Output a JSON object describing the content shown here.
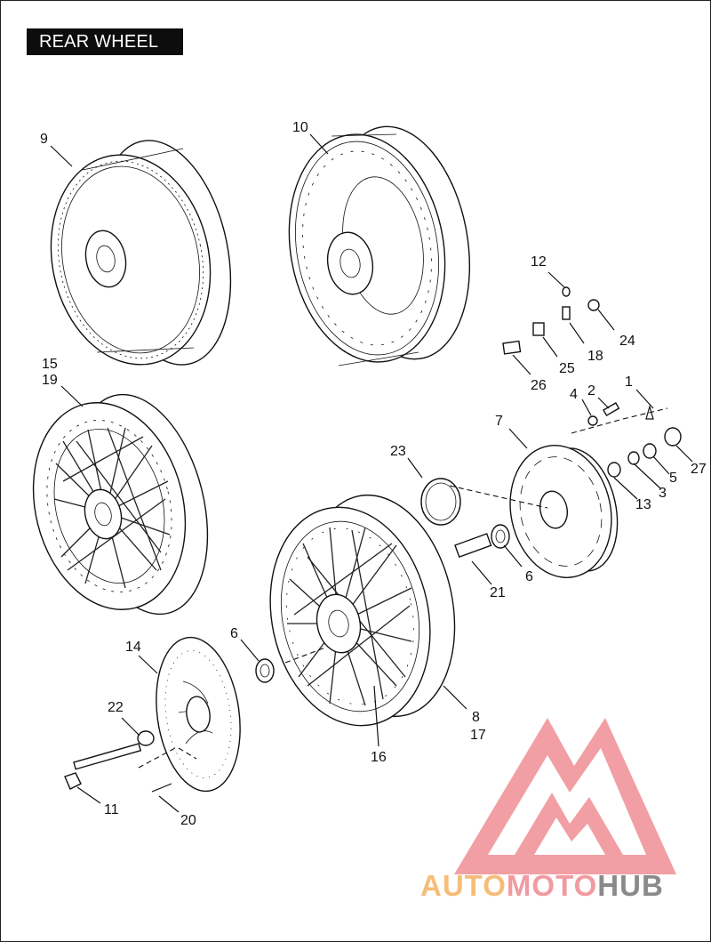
{
  "title": "REAR WHEEL",
  "callouts": {
    "c1": "1",
    "c2": "2",
    "c3": "3",
    "c4": "4",
    "c5": "5",
    "c6a": "6",
    "c6b": "6",
    "c7": "7",
    "c8": "8",
    "c9": "9",
    "c10": "10",
    "c11": "11",
    "c12": "12",
    "c13": "13",
    "c14": "14",
    "c15": "15",
    "c16": "16",
    "c17": "17",
    "c18": "18",
    "c19": "19",
    "c20": "20",
    "c21": "21",
    "c22": "22",
    "c23": "23",
    "c24": "24",
    "c25": "25",
    "c26": "26",
    "c27": "27"
  },
  "watermark": {
    "part1": "AUTO",
    "part2": "MOTO",
    "part3": "HUB"
  },
  "colors": {
    "wm_orange": "#f6bd78",
    "wm_pink": "#f19aa0",
    "wm_gray": "#8a8a8a",
    "ink": "#111111"
  }
}
